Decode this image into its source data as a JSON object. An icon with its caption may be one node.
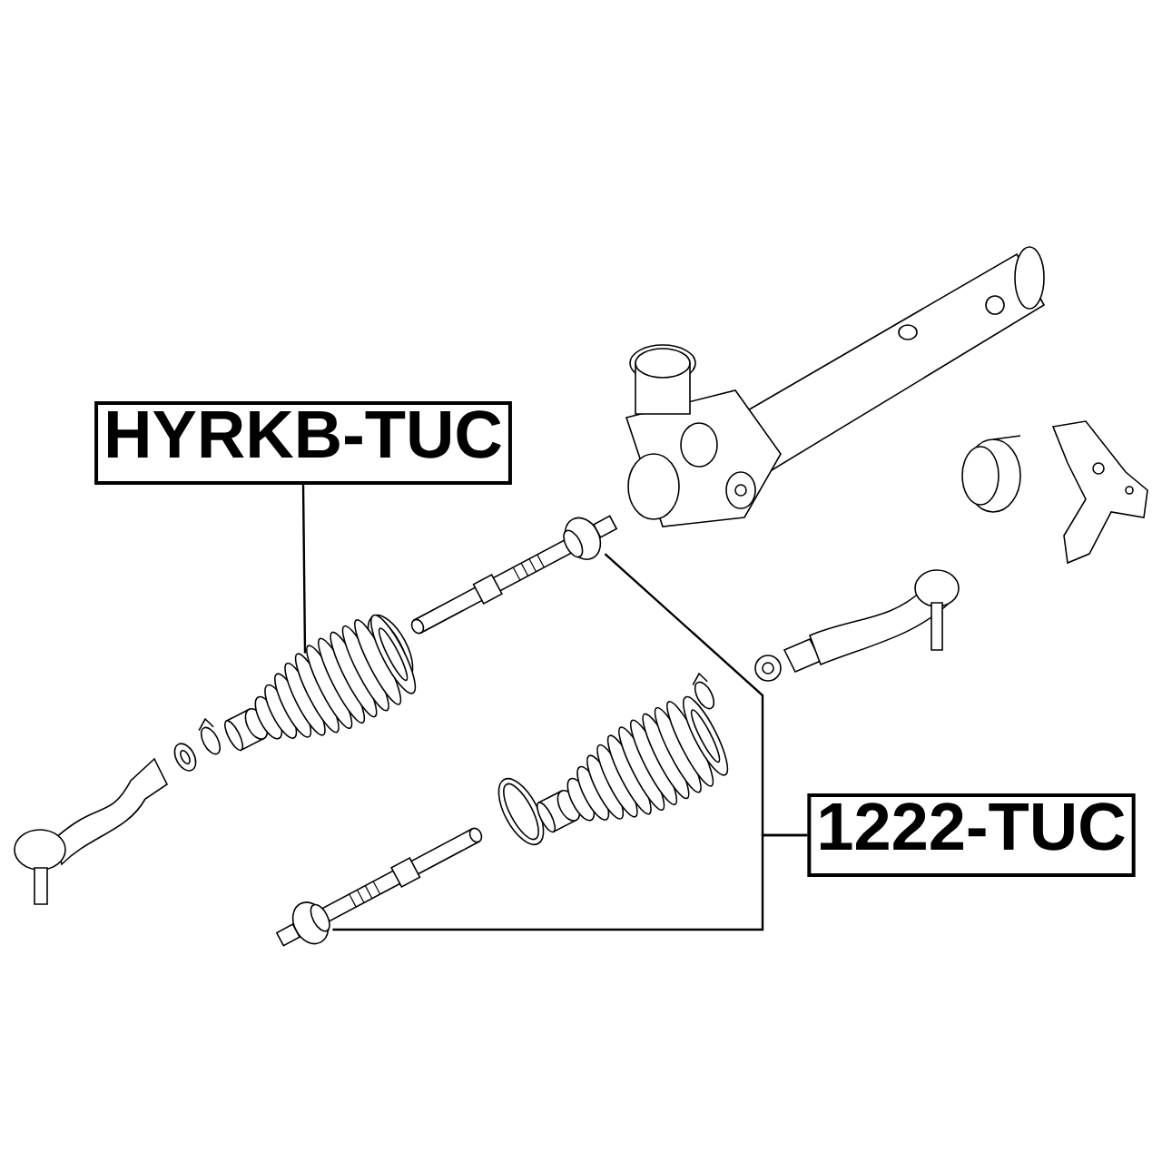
{
  "diagram": {
    "nodes": [
      {
        "text": [
          "HYRKB-TUC"
        ]
      },
      {
        "text": [],
        "shape": "picture"
      },
      {
        "text": [
          "1222-TUC"
        ]
      },
      {
        "text": [],
        "shape": "picture"
      },
      {
        "text": [],
        "shape": "picture"
      }
    ],
    "edges": [
      {
        "from": 0,
        "to": 1,
        "arrow": "none"
      },
      {
        "from": 2,
        "to": 3,
        "arrow": "none"
      },
      {
        "from": 2,
        "to": 4,
        "arrow": "none"
      }
    ]
  }
}
